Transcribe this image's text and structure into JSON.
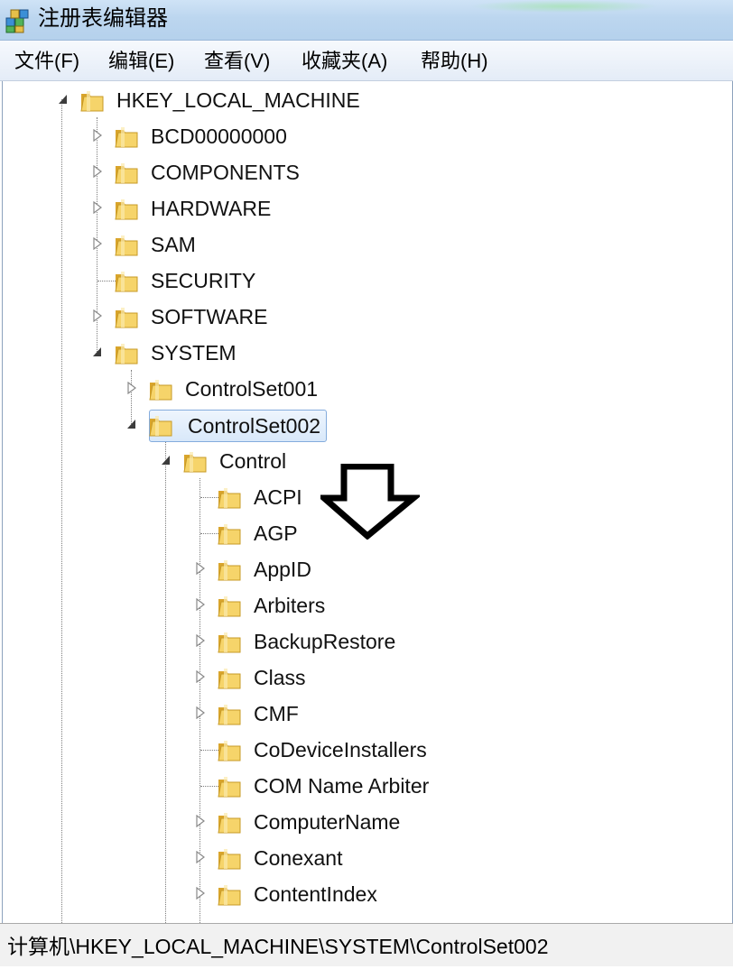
{
  "window": {
    "title": "注册表编辑器",
    "app_icon": "registry-editor-icon"
  },
  "menu": [
    {
      "label": "文件(F)"
    },
    {
      "label": "编辑(E)"
    },
    {
      "label": "查看(V)"
    },
    {
      "label": "收藏夹(A)"
    },
    {
      "label": "帮助(H)"
    }
  ],
  "tree": {
    "root": {
      "label": "HKEY_LOCAL_MACHINE",
      "state": "expanded"
    },
    "hklm_children": [
      {
        "label": "BCD00000000",
        "state": "collapsed"
      },
      {
        "label": "COMPONENTS",
        "state": "collapsed"
      },
      {
        "label": "HARDWARE",
        "state": "collapsed"
      },
      {
        "label": "SAM",
        "state": "collapsed"
      },
      {
        "label": "SECURITY",
        "state": "leaf"
      },
      {
        "label": "SOFTWARE",
        "state": "collapsed"
      },
      {
        "label": "SYSTEM",
        "state": "expanded"
      }
    ],
    "system_children": [
      {
        "label": "ControlSet001",
        "state": "collapsed"
      },
      {
        "label": "ControlSet002",
        "state": "expanded",
        "selected": true
      }
    ],
    "controlset_children": [
      {
        "label": "Control",
        "state": "expanded"
      }
    ],
    "control_children": [
      {
        "label": "ACPI",
        "state": "leaf"
      },
      {
        "label": "AGP",
        "state": "leaf"
      },
      {
        "label": "AppID",
        "state": "collapsed"
      },
      {
        "label": "Arbiters",
        "state": "collapsed"
      },
      {
        "label": "BackupRestore",
        "state": "collapsed"
      },
      {
        "label": "Class",
        "state": "collapsed"
      },
      {
        "label": "CMF",
        "state": "collapsed"
      },
      {
        "label": "CoDeviceInstallers",
        "state": "leaf"
      },
      {
        "label": "COM Name Arbiter",
        "state": "leaf"
      },
      {
        "label": "ComputerName",
        "state": "collapsed"
      },
      {
        "label": "Conexant",
        "state": "collapsed"
      },
      {
        "label": "ContentIndex",
        "state": "collapsed"
      }
    ]
  },
  "annotation": {
    "icon": "down-arrow-icon"
  },
  "status": {
    "path": "计算机\\HKEY_LOCAL_MACHINE\\SYSTEM\\ControlSet002"
  },
  "colors": {
    "folder": "#e8b73a",
    "selection_border": "#84acdd",
    "titlebar": "#c4dcf2"
  }
}
